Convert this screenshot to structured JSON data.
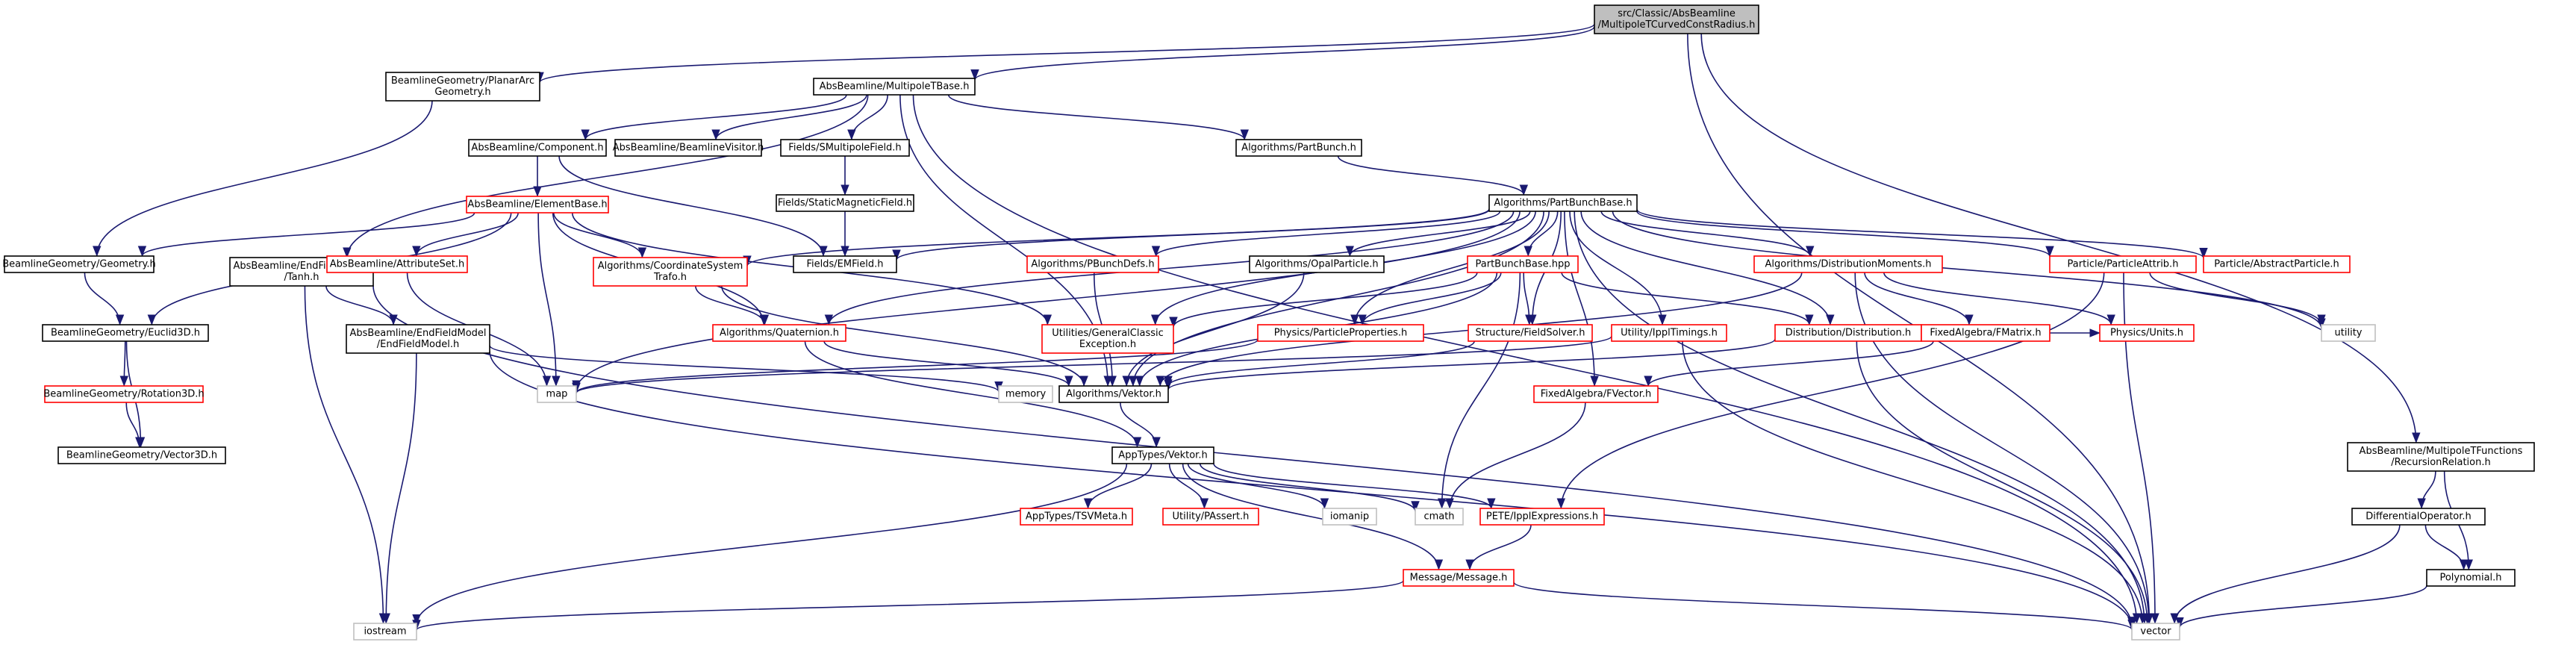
{
  "colors": {
    "edge": "#191970",
    "root_fill": "#bfbfbf",
    "node_stroke": "#000000",
    "truncated_stroke": "#ff0000",
    "external_stroke": "#bfbfbf",
    "text": "#000000"
  },
  "nodes": [
    {
      "id": "root",
      "lines": [
        "src/Classic/AbsBeamline",
        "/MultipoleTCurvedConstRadius.h"
      ],
      "kind": "root"
    },
    {
      "id": "planararc",
      "lines": [
        "BeamlineGeometry/PlanarArc",
        "Geometry.h"
      ],
      "kind": "normal"
    },
    {
      "id": "multipoletbase",
      "lines": [
        "AbsBeamline/MultipoleTBase.h"
      ],
      "kind": "normal"
    },
    {
      "id": "mtfunctions",
      "lines": [
        "AbsBeamline/MultipoleTFunctions",
        "/RecursionRelation.h"
      ],
      "kind": "normal"
    },
    {
      "id": "component",
      "lines": [
        "AbsBeamline/Component.h"
      ],
      "kind": "normal"
    },
    {
      "id": "beamlinevisitor",
      "lines": [
        "AbsBeamline/BeamlineVisitor.h"
      ],
      "kind": "normal"
    },
    {
      "id": "smultipolefield",
      "lines": [
        "Fields/SMultipoleField.h"
      ],
      "kind": "normal"
    },
    {
      "id": "partbunch",
      "lines": [
        "Algorithms/PartBunch.h"
      ],
      "kind": "normal"
    },
    {
      "id": "elementbase",
      "lines": [
        "AbsBeamline/ElementBase.h"
      ],
      "kind": "truncated"
    },
    {
      "id": "staticmagneticfield",
      "lines": [
        "Fields/StaticMagneticField.h"
      ],
      "kind": "normal"
    },
    {
      "id": "partbunchbase",
      "lines": [
        "Algorithms/PartBunchBase.h"
      ],
      "kind": "normal"
    },
    {
      "id": "geometry",
      "lines": [
        "BeamlineGeometry/Geometry.h"
      ],
      "kind": "normal"
    },
    {
      "id": "endfieldtanh",
      "lines": [
        "AbsBeamline/EndFieldModel",
        "/Tanh.h"
      ],
      "kind": "normal"
    },
    {
      "id": "attributeset",
      "lines": [
        "AbsBeamline/AttributeSet.h"
      ],
      "kind": "truncated"
    },
    {
      "id": "coordsystrafo",
      "lines": [
        "Algorithms/CoordinateSystem",
        "Trafo.h"
      ],
      "kind": "truncated"
    },
    {
      "id": "emfield",
      "lines": [
        "Fields/EMField.h"
      ],
      "kind": "normal"
    },
    {
      "id": "pbunchdefs",
      "lines": [
        "Algorithms/PBunchDefs.h"
      ],
      "kind": "truncated"
    },
    {
      "id": "opalparticle",
      "lines": [
        "Algorithms/OpalParticle.h"
      ],
      "kind": "normal"
    },
    {
      "id": "partbunchbasehpp",
      "lines": [
        "PartBunchBase.hpp"
      ],
      "kind": "truncated"
    },
    {
      "id": "distmoments",
      "lines": [
        "Algorithms/DistributionMoments.h"
      ],
      "kind": "truncated"
    },
    {
      "id": "particleattrib",
      "lines": [
        "Particle/ParticleAttrib.h"
      ],
      "kind": "truncated"
    },
    {
      "id": "abstractparticle",
      "lines": [
        "Particle/AbstractParticle.h"
      ],
      "kind": "truncated"
    },
    {
      "id": "euclid3d",
      "lines": [
        "BeamlineGeometry/Euclid3D.h"
      ],
      "kind": "normal"
    },
    {
      "id": "endfieldmodel",
      "lines": [
        "AbsBeamline/EndFieldModel",
        "/EndFieldModel.h"
      ],
      "kind": "normal"
    },
    {
      "id": "quaternion",
      "lines": [
        "Algorithms/Quaternion.h"
      ],
      "kind": "truncated"
    },
    {
      "id": "genclassicexc",
      "lines": [
        "Utilities/GeneralClassic",
        "Exception.h"
      ],
      "kind": "truncated"
    },
    {
      "id": "particleproperties",
      "lines": [
        "Physics/ParticleProperties.h"
      ],
      "kind": "truncated"
    },
    {
      "id": "fieldsolver",
      "lines": [
        "Structure/FieldSolver.h"
      ],
      "kind": "truncated"
    },
    {
      "id": "ippltimings",
      "lines": [
        "Utility/IpplTimings.h"
      ],
      "kind": "truncated"
    },
    {
      "id": "distribution",
      "lines": [
        "Distribution/Distribution.h"
      ],
      "kind": "truncated"
    },
    {
      "id": "fmatrix",
      "lines": [
        "FixedAlgebra/FMatrix.h"
      ],
      "kind": "truncated"
    },
    {
      "id": "physunits",
      "lines": [
        "Physics/Units.h"
      ],
      "kind": "truncated"
    },
    {
      "id": "utility",
      "lines": [
        "utility"
      ],
      "kind": "external"
    },
    {
      "id": "rotation3d",
      "lines": [
        "BeamlineGeometry/Rotation3D.h"
      ],
      "kind": "truncated"
    },
    {
      "id": "map",
      "lines": [
        "map"
      ],
      "kind": "external"
    },
    {
      "id": "memory",
      "lines": [
        "memory"
      ],
      "kind": "external"
    },
    {
      "id": "vektor",
      "lines": [
        "Algorithms/Vektor.h"
      ],
      "kind": "normal"
    },
    {
      "id": "fvector",
      "lines": [
        "FixedAlgebra/FVector.h"
      ],
      "kind": "truncated"
    },
    {
      "id": "vector3d",
      "lines": [
        "BeamlineGeometry/Vector3D.h"
      ],
      "kind": "normal"
    },
    {
      "id": "apptypesvektor",
      "lines": [
        "AppTypes/Vektor.h"
      ],
      "kind": "normal"
    },
    {
      "id": "tsvmeta",
      "lines": [
        "AppTypes/TSVMeta.h"
      ],
      "kind": "truncated"
    },
    {
      "id": "passert",
      "lines": [
        "Utility/PAssert.h"
      ],
      "kind": "truncated"
    },
    {
      "id": "iomanip",
      "lines": [
        "iomanip"
      ],
      "kind": "external"
    },
    {
      "id": "cmath",
      "lines": [
        "cmath"
      ],
      "kind": "external"
    },
    {
      "id": "ipplexpressions",
      "lines": [
        "PETE/IpplExpressions.h"
      ],
      "kind": "truncated"
    },
    {
      "id": "message",
      "lines": [
        "Message/Message.h"
      ],
      "kind": "truncated"
    },
    {
      "id": "diffoperator",
      "lines": [
        "DifferentialOperator.h"
      ],
      "kind": "normal"
    },
    {
      "id": "polynomial",
      "lines": [
        "Polynomial.h"
      ],
      "kind": "normal"
    },
    {
      "id": "iostream",
      "lines": [
        "iostream"
      ],
      "kind": "external"
    },
    {
      "id": "vector",
      "lines": [
        "vector"
      ],
      "kind": "external"
    }
  ],
  "edges": [
    [
      "root",
      "planararc"
    ],
    [
      "root",
      "multipoletbase"
    ],
    [
      "root",
      "mtfunctions"
    ],
    [
      "root",
      "vector"
    ],
    [
      "planararc",
      "geometry"
    ],
    [
      "multipoletbase",
      "component"
    ],
    [
      "multipoletbase",
      "beamlinevisitor"
    ],
    [
      "multipoletbase",
      "smultipolefield"
    ],
    [
      "multipoletbase",
      "partbunch"
    ],
    [
      "multipoletbase",
      "endfieldtanh"
    ],
    [
      "multipoletbase",
      "vektor"
    ],
    [
      "multipoletbase",
      "vector"
    ],
    [
      "component",
      "elementbase"
    ],
    [
      "component",
      "emfield"
    ],
    [
      "smultipolefield",
      "staticmagneticfield"
    ],
    [
      "staticmagneticfield",
      "emfield"
    ],
    [
      "partbunch",
      "partbunchbase"
    ],
    [
      "elementbase",
      "geometry"
    ],
    [
      "elementbase",
      "euclid3d"
    ],
    [
      "elementbase",
      "attributeset"
    ],
    [
      "elementbase",
      "coordsystrafo"
    ],
    [
      "elementbase",
      "quaternion"
    ],
    [
      "elementbase",
      "map"
    ],
    [
      "elementbase",
      "genclassicexc"
    ],
    [
      "geometry",
      "euclid3d"
    ],
    [
      "euclid3d",
      "rotation3d"
    ],
    [
      "euclid3d",
      "vector3d"
    ],
    [
      "rotation3d",
      "vector3d"
    ],
    [
      "endfieldtanh",
      "endfieldmodel"
    ],
    [
      "endfieldtanh",
      "iostream"
    ],
    [
      "endfieldtanh",
      "vector"
    ],
    [
      "endfieldmodel",
      "memory"
    ],
    [
      "endfieldmodel",
      "iostream"
    ],
    [
      "endfieldmodel",
      "vector"
    ],
    [
      "attributeset",
      "map"
    ],
    [
      "coordsystrafo",
      "quaternion"
    ],
    [
      "coordsystrafo",
      "vektor"
    ],
    [
      "quaternion",
      "vektor"
    ],
    [
      "quaternion",
      "apptypesvektor"
    ],
    [
      "partbunchbase",
      "emfield"
    ],
    [
      "partbunchbase",
      "pbunchdefs"
    ],
    [
      "partbunchbase",
      "opalparticle"
    ],
    [
      "partbunchbase",
      "partbunchbasehpp"
    ],
    [
      "partbunchbase",
      "distmoments"
    ],
    [
      "partbunchbase",
      "particleattrib"
    ],
    [
      "partbunchbase",
      "abstractparticle"
    ],
    [
      "partbunchbase",
      "coordsystrafo"
    ],
    [
      "partbunchbase",
      "quaternion"
    ],
    [
      "partbunchbase",
      "genclassicexc"
    ],
    [
      "partbunchbase",
      "particleproperties"
    ],
    [
      "partbunchbase",
      "fieldsolver"
    ],
    [
      "partbunchbase",
      "ippltimings"
    ],
    [
      "partbunchbase",
      "distribution"
    ],
    [
      "partbunchbase",
      "fvector"
    ],
    [
      "partbunchbase",
      "utility"
    ],
    [
      "partbunchbase",
      "vektor"
    ],
    [
      "partbunchbase",
      "vector"
    ],
    [
      "partbunchbase",
      "map"
    ],
    [
      "pbunchdefs",
      "vektor"
    ],
    [
      "opalparticle",
      "vektor"
    ],
    [
      "partbunchbasehpp",
      "genclassicexc"
    ],
    [
      "partbunchbasehpp",
      "particleproperties"
    ],
    [
      "partbunchbasehpp",
      "fieldsolver"
    ],
    [
      "partbunchbasehpp",
      "distribution"
    ],
    [
      "partbunchbasehpp",
      "cmath"
    ],
    [
      "partbunchbasehpp",
      "vektor"
    ],
    [
      "distmoments",
      "vektor"
    ],
    [
      "distmoments",
      "fmatrix"
    ],
    [
      "distmoments",
      "physunits"
    ],
    [
      "distmoments",
      "vector"
    ],
    [
      "particleattrib",
      "utility"
    ],
    [
      "particleattrib",
      "ipplexpressions"
    ],
    [
      "particleattrib",
      "vector"
    ],
    [
      "particleproperties",
      "map"
    ],
    [
      "fieldsolver",
      "vektor"
    ],
    [
      "ippltimings",
      "map"
    ],
    [
      "ippltimings",
      "vector"
    ],
    [
      "distribution",
      "vektor"
    ],
    [
      "distribution",
      "fmatrix"
    ],
    [
      "distribution",
      "physunits"
    ],
    [
      "distribution",
      "vector"
    ],
    [
      "fmatrix",
      "fvector"
    ],
    [
      "fvector",
      "cmath"
    ],
    [
      "vektor",
      "apptypesvektor"
    ],
    [
      "apptypesvektor",
      "tsvmeta"
    ],
    [
      "apptypesvektor",
      "passert"
    ],
    [
      "apptypesvektor",
      "iomanip"
    ],
    [
      "apptypesvektor",
      "cmath"
    ],
    [
      "apptypesvektor",
      "ipplexpressions"
    ],
    [
      "apptypesvektor",
      "message"
    ],
    [
      "apptypesvektor",
      "iostream"
    ],
    [
      "ipplexpressions",
      "message"
    ],
    [
      "message",
      "iostream"
    ],
    [
      "message",
      "vector"
    ],
    [
      "mtfunctions",
      "diffoperator"
    ],
    [
      "mtfunctions",
      "polynomial"
    ],
    [
      "diffoperator",
      "polynomial"
    ],
    [
      "diffoperator",
      "vector"
    ],
    [
      "polynomial",
      "vector"
    ]
  ]
}
